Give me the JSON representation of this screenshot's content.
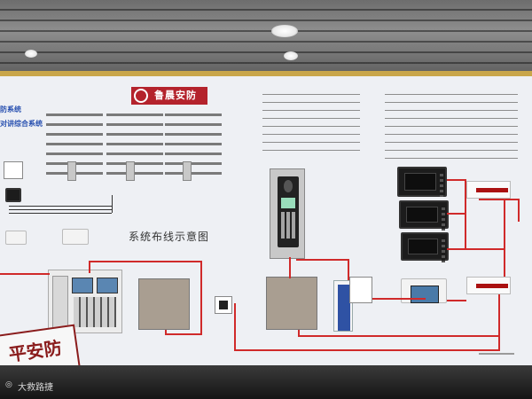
{
  "brand": {
    "logo_text": "鲁晨安防",
    "color": "#b4232c"
  },
  "board": {
    "left_heading_1": "防系统",
    "left_heading_2": "对讲综合系统",
    "diagram_title": "系统布线示意图",
    "corner_label": "平安防"
  },
  "colors": {
    "wire": "#d02a2a",
    "frame": "#c9a64a",
    "board": "#eef0f4"
  },
  "watermark": {
    "text": "大救路捷",
    "icon": "camera-icon"
  }
}
